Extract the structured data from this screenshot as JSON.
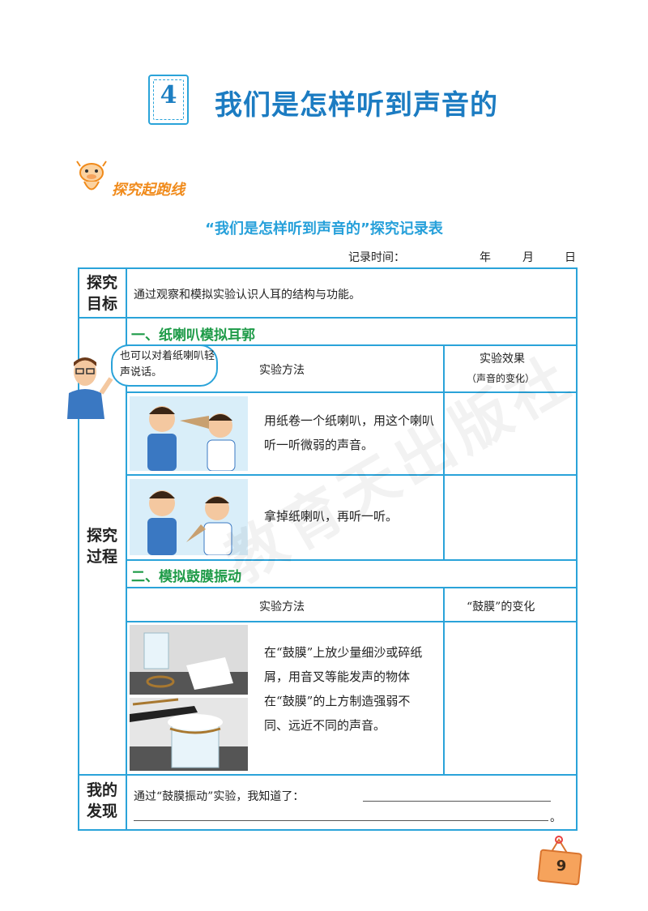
{
  "lesson": {
    "number": "4",
    "title": "我们是怎样听到声音的"
  },
  "section_badge": "探究起跑线",
  "table_title": "“我们是怎样听到声音的”探究记录表",
  "record": {
    "label": "记录时间：",
    "year": "年",
    "month": "月",
    "day": "日"
  },
  "goal": {
    "label_line1": "探究",
    "label_line2": "目标",
    "text": "通过观察和模拟实验认识人耳的结构与功能。"
  },
  "process": {
    "label_line1": "探究",
    "label_line2": "过程",
    "bubble": "也可以对着纸喇叭轻声说话。",
    "part1": {
      "heading": "一、纸喇叭模拟耳郭",
      "col_method": "实验方法",
      "col_effect_line1": "实验效果",
      "col_effect_line2": "（声音的变化）",
      "row1": "用纸卷一个纸喇叭，用这个喇叭听一听微弱的声音。",
      "row2": "拿掉纸喇叭，再听一听。"
    },
    "part2": {
      "heading": "二、模拟鼓膜振动",
      "col_method": "实验方法",
      "col_change": "“鼓膜”的变化",
      "row1": "在“鼓膜”上放少量细沙或碎纸屑，用音叉等能发声的物体在“鼓膜”的上方制造强弱不同、远近不同的声音。"
    }
  },
  "finding": {
    "label_line1": "我的",
    "label_line2": "发现",
    "text": "通过“鼓膜振动”实验，我知道了：",
    "end_mark": "。"
  },
  "watermark": "教育天出版社",
  "page_number": "9",
  "colors": {
    "accent": "#2aa3d9",
    "title": "#1c7cc2",
    "green": "#1e9b48",
    "orange": "#f08a1a"
  }
}
